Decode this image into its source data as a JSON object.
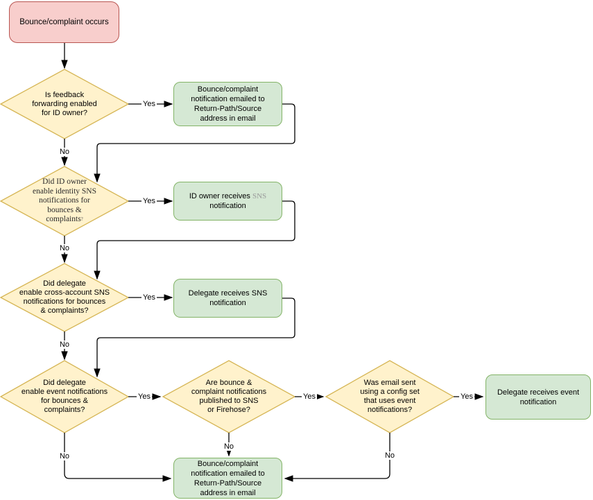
{
  "colors": {
    "start_fill": "#f8cecc",
    "start_stroke": "#b85450",
    "decision_fill": "#fff2cc",
    "decision_stroke": "#d6b656",
    "result_fill": "#d5e8d4",
    "result_stroke": "#82b366",
    "connector": "#000000",
    "sns_text": "#9a9a9a"
  },
  "nodes": {
    "start": {
      "label": "Bounce/complaint occurs"
    },
    "d1": {
      "label": "Is feedback\nforwarding enabled\nfor ID owner?"
    },
    "g1": {
      "label": "Bounce/complaint\nnotification emailed to\nReturn-Path/Source\naddress in email"
    },
    "d2": {
      "label": "Did ID owner\nenable identity SNS\nnotifications for\nbounces &\ncomplaints",
      "qmark": "?"
    },
    "g2": {
      "prefix": "ID owner receives ",
      "sns": "SNS",
      "line2": "notification"
    },
    "d3": {
      "label": "Did delegate\nenable cross-account SNS\nnotifications for bounces\n& complaints?"
    },
    "g3": {
      "label": "Delegate receives SNS\nnotification"
    },
    "d4": {
      "label": "Did delegate\nenable event notifications\nfor bounces &\ncomplaints?"
    },
    "d5": {
      "label": "Are bounce &\ncomplaint notifications\npublished to SNS\nor Firehose?"
    },
    "d6": {
      "label": "Was email sent\nusing a config set\nthat uses event\nnotifications?"
    },
    "g4": {
      "label": "Delegate receives event\nnotification"
    },
    "g5": {
      "label": "Bounce/complaint\nnotification emailed to\nReturn-Path/Source\naddress in email"
    }
  },
  "edge_labels": {
    "yes_feedback": "Yes",
    "no_feedback": "No",
    "yes_identity_sns": "Yes",
    "no_identity_sns": "No",
    "yes_cross_account": "Yes",
    "no_cross_account": "No",
    "yes_event_notif": "Yes",
    "no_event_notif": "No",
    "yes_published": "Yes",
    "no_published": "No",
    "yes_config_set": "Yes",
    "no_config_set": "No"
  }
}
